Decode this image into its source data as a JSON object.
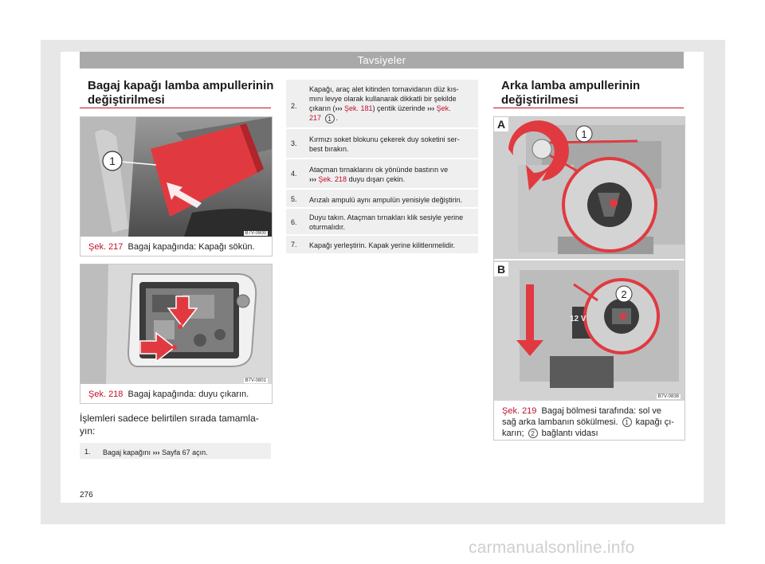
{
  "header": {
    "title": "Tavsiyeler"
  },
  "left": {
    "title_line1": "Bagaj kapağı lamba ampullerinin",
    "title_line2": "değiştirilmesi",
    "fig217": {
      "callout": "1",
      "code": "B7V-0800",
      "ref": "Şek. 217",
      "text": "Bagaj kapağında: Kapağı sökün."
    },
    "fig218": {
      "code": "B7V-0801",
      "ref": "Şek. 218",
      "text": "Bagaj kapağında: duyu çıkarın."
    },
    "intro_line1": "İşlemleri sadece belirtilen sırada tamamla-",
    "intro_line2": "yın:",
    "step1": {
      "num": "1.",
      "text": "Bagaj kapağını",
      "arrow": "›››",
      "ref": "Sayfa 67",
      "tail": "açın."
    }
  },
  "middle": {
    "steps": [
      {
        "num": "2.",
        "l1": "Kapağı, araç alet kitinden tornavidanın düz kıs-",
        "l2": "mını levye olarak kullanarak dikkatli bir şekilde",
        "l3a": "çıkarın (",
        "l3arrow": "›››",
        "l3ref": "Şek. 181",
        "l3b": ") çentik üzerinde",
        "l3arrow2": "›››",
        "l3ref2": "Şek.",
        "l4ref": "217",
        "l4badge": "1",
        "l4tail": "."
      },
      {
        "num": "3.",
        "l1": "Kırmızı soket blokunu çekerek duy soketini ser-",
        "l2": "best bırakın."
      },
      {
        "num": "4.",
        "l1": "Ataçman tırnaklarını ok yönünde bastırın ve",
        "l2arrow": "›››",
        "l2ref": "Şek. 218",
        "l2tail": "duyu dışarı çekin."
      },
      {
        "num": "5.",
        "l1": "Arızalı ampulü aynı ampulün yenisiyle değiştirin."
      },
      {
        "num": "6.",
        "l1": "Duyu takın. Ataçman tırnakları klik sesiyle yerine",
        "l2": "oturmalıdır."
      },
      {
        "num": "7.",
        "l1": "Kapağı yerleştirin. Kapak yerine kilitlenmelidir."
      }
    ]
  },
  "right": {
    "title_line1": "Arka lamba ampullerinin",
    "title_line2": "değiştirilmesi",
    "fig219": {
      "label_a": "A",
      "label_b": "B",
      "callout1": "1",
      "callout2": "2",
      "voltage": "12 V",
      "code": "B7V-0838",
      "ref": "Şek. 219",
      "l1": "Bagaj bölmesi tarafında: sol ve",
      "l2a": "sağ arka lambanın sökülmesi.",
      "badge1": "1",
      "l2b": "kapağı çı-",
      "l3a": "karın;",
      "badge2": "2",
      "l3b": "bağlantı vidası"
    }
  },
  "page_number": "276",
  "watermark": "carmanualsonline.info"
}
